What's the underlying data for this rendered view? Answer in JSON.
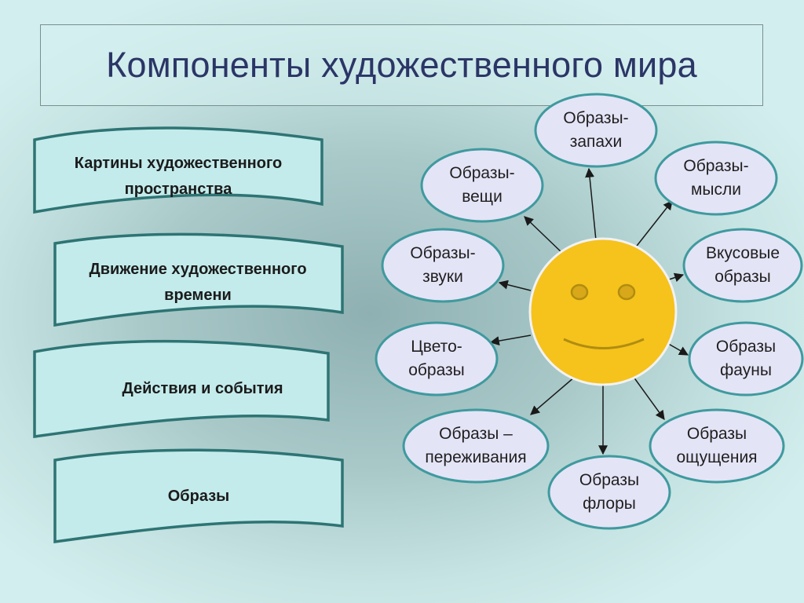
{
  "title": "Компоненты художественного мира",
  "colors": {
    "title": "#2b3566",
    "banner_fill": "#c4ebeb",
    "banner_stroke": "#2e7474",
    "ellipse_fill": "#e4e4f7",
    "ellipse_stroke": "#3f9a9e",
    "sun_fill": "#f6c21c",
    "sun_stroke": "#f2f2f2",
    "sun_features": "#b08d10",
    "arrow": "#1a1a1a"
  },
  "banners": [
    {
      "line1": "Картины художественного",
      "line2": "пространства"
    },
    {
      "line1": "Движение художественного",
      "line2": "времени"
    },
    {
      "line1": "Действия и события",
      "line2": ""
    },
    {
      "line1": "Образы",
      "line2": ""
    }
  ],
  "center": {
    "icon": "smiley-sun-icon"
  },
  "nodes": [
    {
      "id": "zapakhi",
      "line1": "Образы-",
      "line2": "запахи"
    },
    {
      "id": "veshchi",
      "line1": "Образы-",
      "line2": "вещи"
    },
    {
      "id": "mysli",
      "line1": "Образы-",
      "line2": "мысли"
    },
    {
      "id": "zvuki",
      "line1": "Образы-",
      "line2": "звуки"
    },
    {
      "id": "vkusovye",
      "line1": "Вкусовые",
      "line2": "образы"
    },
    {
      "id": "tsveto",
      "line1": "Цвето-",
      "line2": "образы"
    },
    {
      "id": "fauny",
      "line1": "Образы",
      "line2": "фауны"
    },
    {
      "id": "perezhivaniya",
      "line1": "Образы –",
      "line2": "переживания"
    },
    {
      "id": "oshchushcheniya",
      "line1": "Образы",
      "line2": "ощущения"
    },
    {
      "id": "flory",
      "line1": "Образы",
      "line2": "флоры"
    }
  ]
}
